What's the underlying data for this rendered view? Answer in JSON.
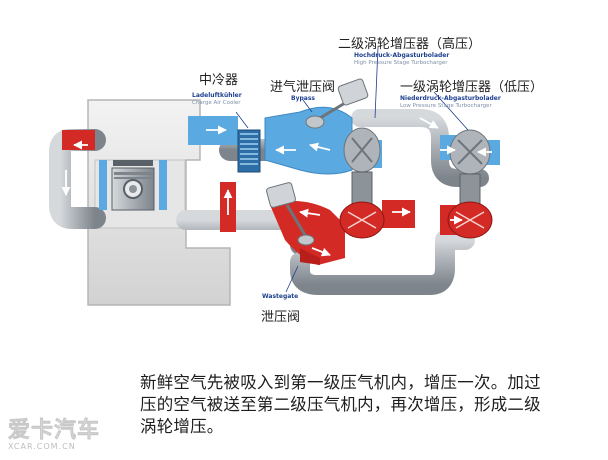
{
  "labels": {
    "hp_turbo_cn": "二级涡轮增压器（高压）",
    "hp_turbo_de": "Hochdruck-Abgasturbolader",
    "hp_turbo_en": "High Pressure Stage Turbocharger",
    "lp_turbo_cn": "一级涡轮增压器（低压）",
    "lp_turbo_de": "Niederdruck-Abgasturbolader",
    "lp_turbo_en": "Low Pressure Stage Turbocharger",
    "intercooler_cn": "中冷器",
    "intercooler_de": "Ladeluftkühler",
    "intercooler_en": "Charge Air Cooler",
    "bypass_cn": "进气泄压阀",
    "bypass_en": "Bypass",
    "wastegate_en": "Wastegate",
    "wastegate_cn": "泄压阀"
  },
  "caption": {
    "line1": "新鲜空气先被吸入到第一级压气机内，增压一次。加过",
    "line2": "压的空气被送至第二级压气机内，再次增压，形成二级",
    "line3": "涡轮增压。"
  },
  "watermark": {
    "cn": "爱卡汽车",
    "en": "XCAR.COM.CN"
  },
  "colors": {
    "intake_blue": "#5aa9e0",
    "exhaust_red": "#d42a25",
    "pipe_grey": "#9aa0a6",
    "engine_grey": "#e3e3e3",
    "label_blue": "#1d3f8f"
  }
}
